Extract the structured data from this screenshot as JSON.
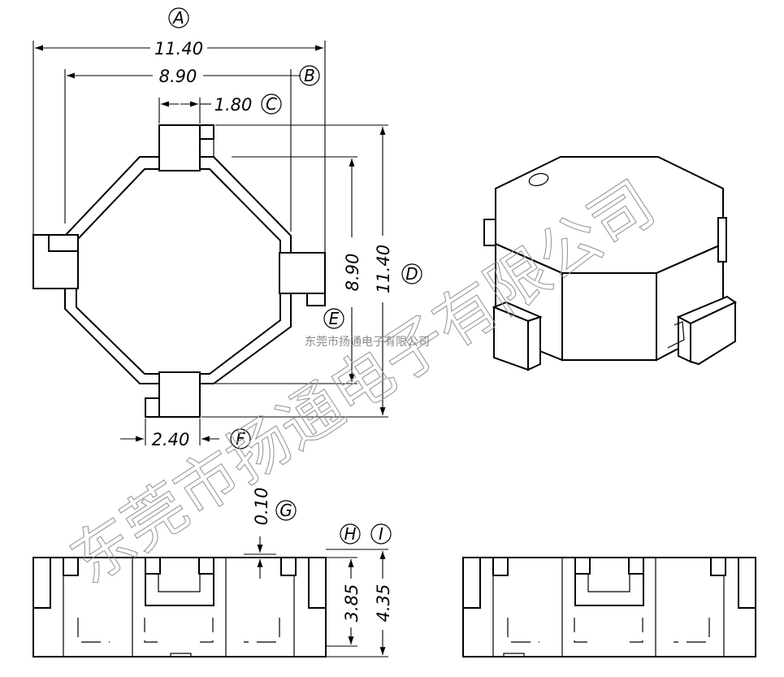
{
  "dimensions": {
    "A": "11.40",
    "B": "8.90",
    "C": "1.80",
    "D": "11.40",
    "E": "8.90",
    "F": "2.40",
    "G": "0.10",
    "H": "3.85",
    "I": "4.35"
  },
  "callouts": {
    "A": "A",
    "B": "B",
    "C": "C",
    "D": "D",
    "E": "E",
    "F": "F",
    "G": "G",
    "H": "H",
    "I": "I"
  },
  "watermark": {
    "large": "东莞市扬通电子有限公司",
    "small": "东莞市扬通电子有限公司"
  }
}
